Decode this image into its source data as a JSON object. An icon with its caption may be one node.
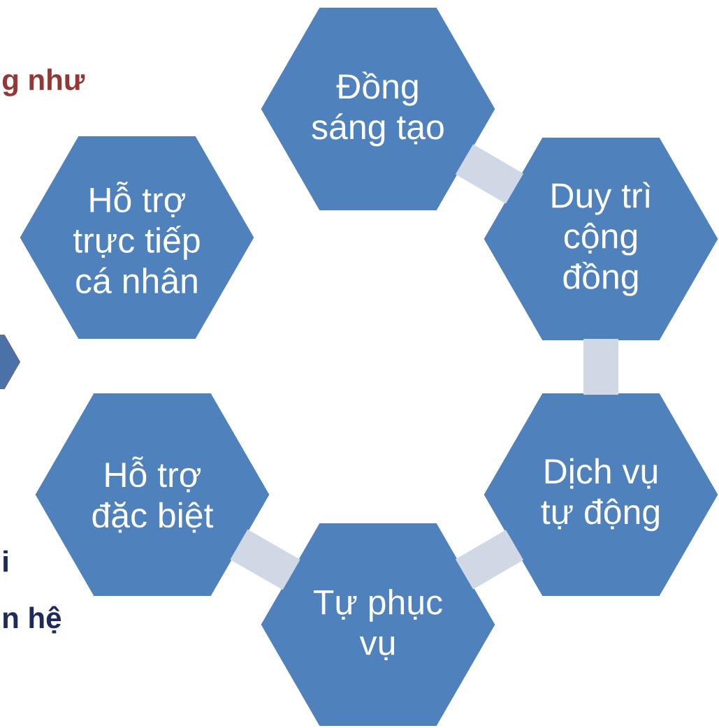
{
  "diagram": {
    "nodes": [
      {
        "text": [
          "Đồng sáng tạo"
        ]
      },
      {
        "text": [
          "Hỗ trợ trực tiếp cá nhân"
        ]
      },
      {
        "text": [
          "Duy trì cộng đồng"
        ]
      },
      {
        "text": [
          "Dịch vụ tự động"
        ]
      },
      {
        "text": [
          "Hỗ trợ đặc biệt"
        ]
      },
      {
        "text": [
          "Tự phục vụ"
        ]
      }
    ],
    "edges": [
      {
        "from": 0,
        "to": 2,
        "arrow": "none"
      },
      {
        "from": 2,
        "to": 3,
        "arrow": "none"
      },
      {
        "from": 3,
        "to": 5,
        "arrow": "none"
      },
      {
        "from": 5,
        "to": 4,
        "arrow": "none"
      }
    ],
    "labels": [
      "g như",
      "i",
      "n hệ"
    ]
  }
}
